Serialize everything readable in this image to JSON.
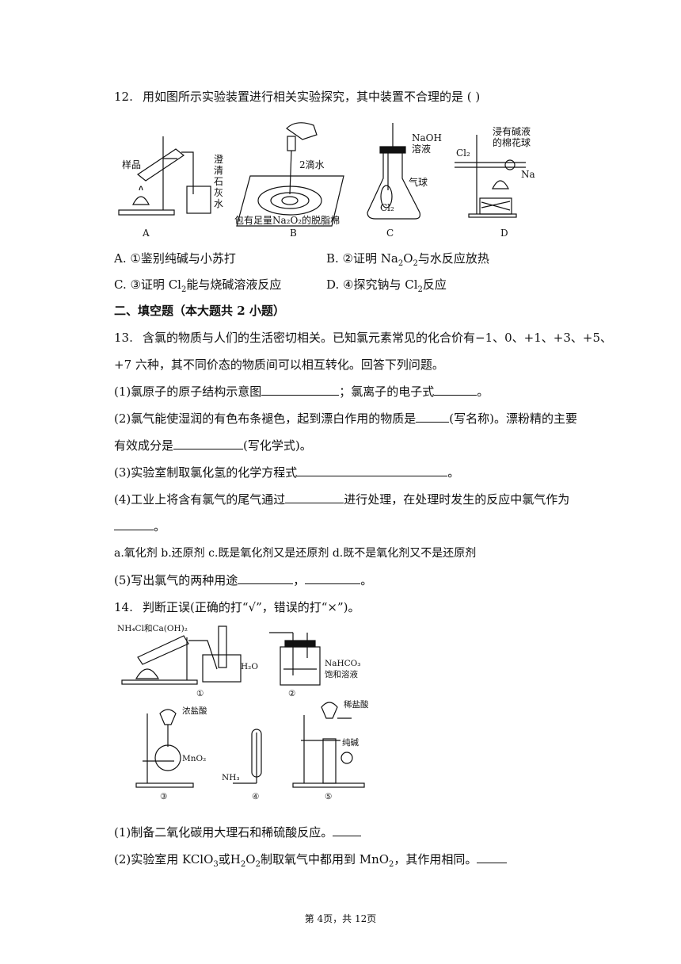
{
  "q12": {
    "num": "12.",
    "stem": "用如图所示实验装置进行相关实验探究，其中装置不合理的是 (    )",
    "figure": {
      "A_label": "A",
      "B_label": "B",
      "C_label": "C",
      "D_label": "D",
      "A_sample": "样品",
      "A_limewater": [
        "澄",
        "清",
        "石",
        "灰",
        "水"
      ],
      "B_water": "2滴水",
      "B_cotton": "包有足量Na₂O₂的脱脂棉",
      "C_naoh": "NaOH",
      "C_solution": "溶液",
      "C_balloon": "气球",
      "C_cl2": "Cl₂",
      "D_cotton1": "浸有碱液",
      "D_cotton2": "的棉花球",
      "D_cl2": "Cl₂",
      "D_na": "Na"
    },
    "options": {
      "A": "A. ①鉴别纯碱与小苏打",
      "B_pre": "B. ②证明 Na",
      "B_sub1": "2",
      "B_mid": "O",
      "B_sub2": "2",
      "B_post": "与水反应放热",
      "C_pre": "C. ③证明 Cl",
      "C_sub": "2",
      "C_post": "能与烧碱溶液反应",
      "D_pre": "D. ④探究钠与 Cl",
      "D_sub": "2",
      "D_post": "反应"
    }
  },
  "section2": "二、填空题（本大题共 2 小题）",
  "q13": {
    "num": "13.",
    "stem1": "含氯的物质与人们的生活密切相关。已知氯元素常见的化合价有−1、0、+1、+3、+5、",
    "stem2": "+7 六种，其不同价态的物质间可以相互转化。回答下列问题。",
    "p1a": "(1)氯原子的原子结构示意图",
    "p1b": "；氯离子的电子式",
    "p1c": "。",
    "p2a": "(2)氯气能使湿润的有色布条褪色，起到漂白作用的物质是",
    "p2b": "(写名称)。漂粉精的主要",
    "p2c": "有效成分是",
    "p2d": "(写化学式)。",
    "p3a": "(3)实验室制取氯化氢的化学方程式",
    "p3b": "。",
    "p4a": "(4)工业上将含有氯气的尾气通过",
    "p4b": "进行处理，在处理时发生的反应中氯气作为",
    "p4c": "。",
    "p4opts": "a.氧化剂   b.还原剂   c.既是氧化剂又是还原剂   d.既不是氧化剂又不是还原剂",
    "p5a": "(5)写出氯气的两种用途",
    "p5b": "，",
    "p5c": "。"
  },
  "q14": {
    "num": "14.",
    "stem": "判断正误(正确的打“√”，错误的打“×”)。",
    "figure": {
      "f1_reagent": "NH₄Cl和Ca(OH)₂",
      "f1_water": "H₂O",
      "f2_sol1": "NaHCO₃",
      "f2_sol2": "饱和溶液",
      "f3_acid": "浓盐酸",
      "f3_mno2": "MnO₂",
      "f4_nh3": "NH₃",
      "f5_acid": "稀盐酸",
      "f5_soda": "纯碱",
      "n1": "①",
      "n2": "②",
      "n3": "③",
      "n4": "④",
      "n5": "⑤"
    },
    "p1": "(1)制备二氧化碳用大理石和稀硫酸反应。",
    "p2a": "(2)实验室用 KClO",
    "p2sub1": "3",
    "p2b": "或H",
    "p2sub2": "2",
    "p2c": "O",
    "p2sub3": "2",
    "p2d": "制取氧气中都用到 MnO",
    "p2sub4": "2",
    "p2e": "，其作用相同。"
  },
  "footer": "第 4页，共 12页"
}
